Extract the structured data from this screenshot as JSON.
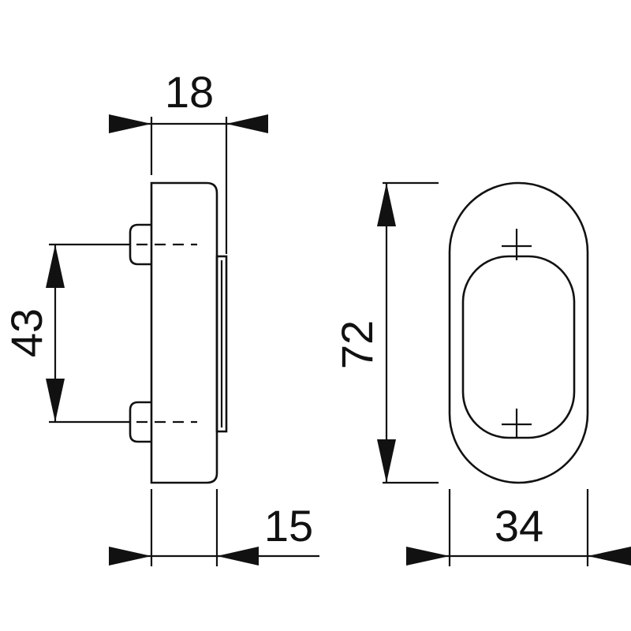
{
  "drawing": {
    "dimensions": {
      "width_side": "18",
      "pin_spacing": "43",
      "depth": "15",
      "height": "72",
      "width_front": "34"
    },
    "line_color": "#111111"
  }
}
